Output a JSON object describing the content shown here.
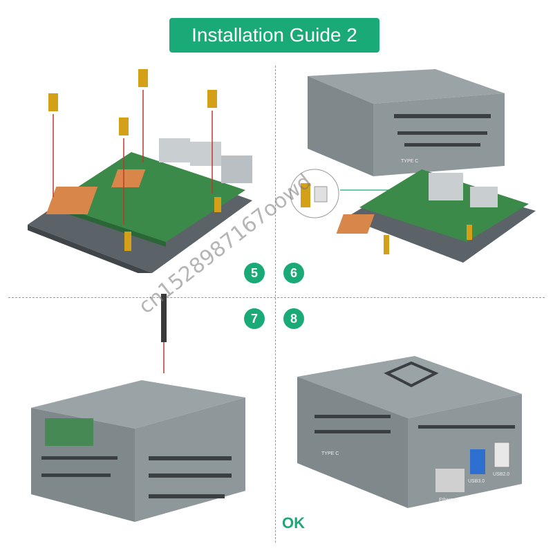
{
  "header": {
    "title": "Installation Guide 2"
  },
  "steps": {
    "s5": "5",
    "s6": "6",
    "s7": "7",
    "s8": "8"
  },
  "case_labels": {
    "type_c": "TYPE C",
    "usb3": "USB3.0",
    "usb2": "USB2.0",
    "ethernet": "Ethernet"
  },
  "result": {
    "ok": "OK"
  },
  "watermark": "cn1528987167oowd",
  "colors": {
    "accent": "#1aaa78",
    "case": "#8e979a",
    "pcb": "#3c8a4a",
    "brass": "#d4a017"
  }
}
